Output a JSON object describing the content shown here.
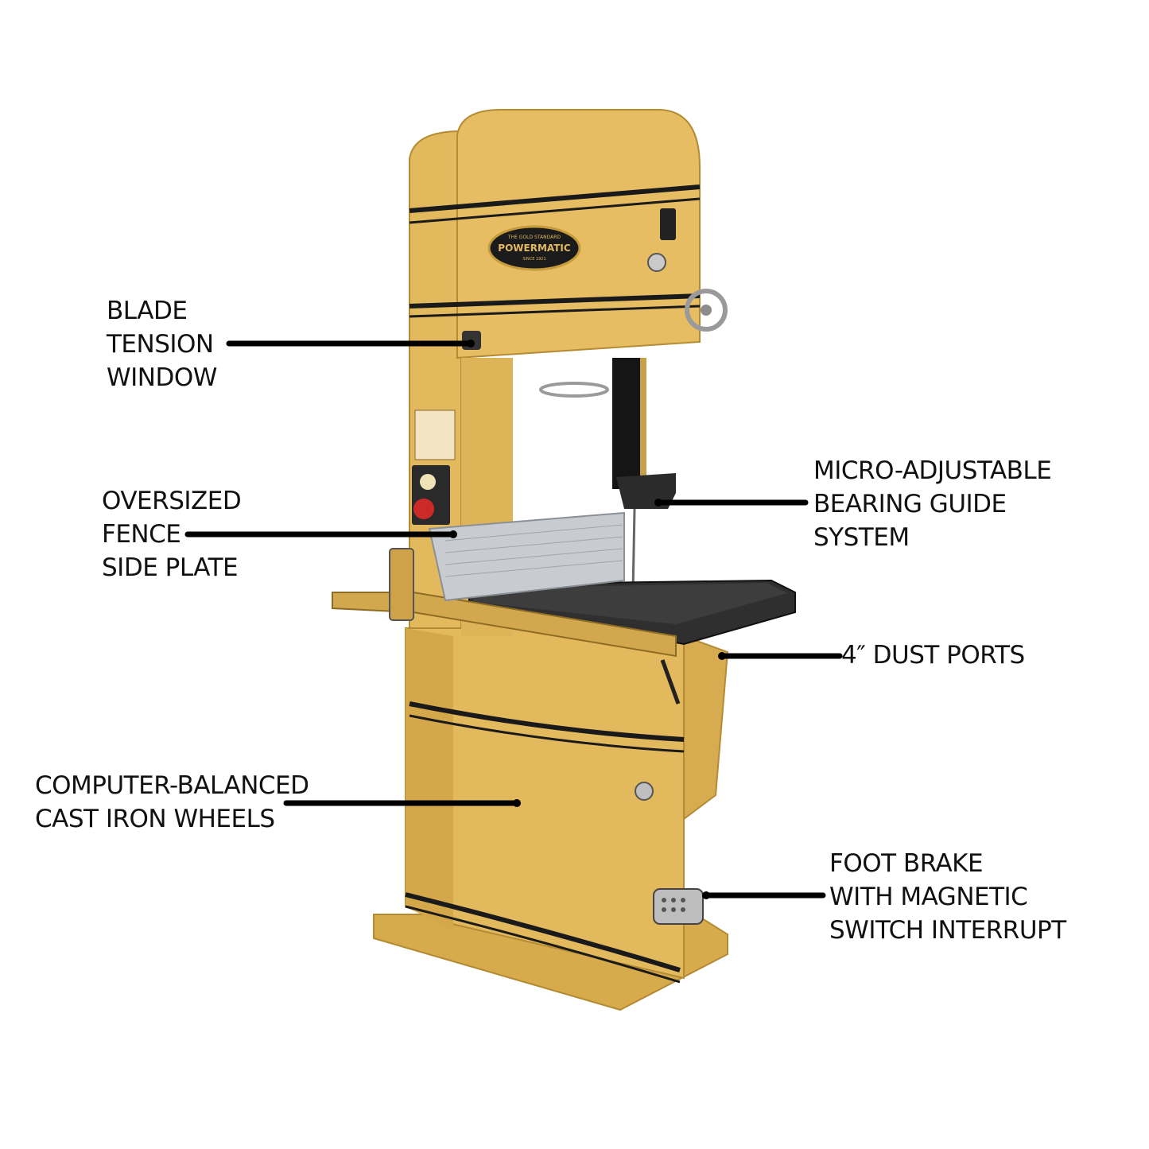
{
  "brand": {
    "plate_top": "THE GOLD STANDARD",
    "plate_name": "POWERMATIC",
    "plate_bottom": "SINCE 1921"
  },
  "colors": {
    "body": "#e3b95e",
    "body_shade": "#c99a3c",
    "stripe": "#1a1a1a",
    "table": "#2a2a2a",
    "fence": "#c8ccd0",
    "leader": "#000000"
  },
  "callouts": [
    {
      "id": "blade-tension-window",
      "lines": [
        "BLADE",
        "TENSION",
        "WINDOW"
      ]
    },
    {
      "id": "oversized-fence-side-plate",
      "lines": [
        "OVERSIZED",
        "FENCE",
        "SIDE PLATE"
      ]
    },
    {
      "id": "computer-balanced-wheels",
      "lines": [
        "COMPUTER-BALANCED",
        "CAST IRON WHEELS"
      ]
    },
    {
      "id": "micro-adjustable-guides",
      "lines": [
        "MICRO-ADJUSTABLE",
        "BEARING GUIDE",
        "SYSTEM"
      ]
    },
    {
      "id": "dust-ports",
      "lines": [
        "4″ DUST PORTS"
      ]
    },
    {
      "id": "foot-brake",
      "lines": [
        "FOOT BRAKE",
        "WITH MAGNETIC",
        "SWITCH INTERRUPT"
      ]
    }
  ]
}
